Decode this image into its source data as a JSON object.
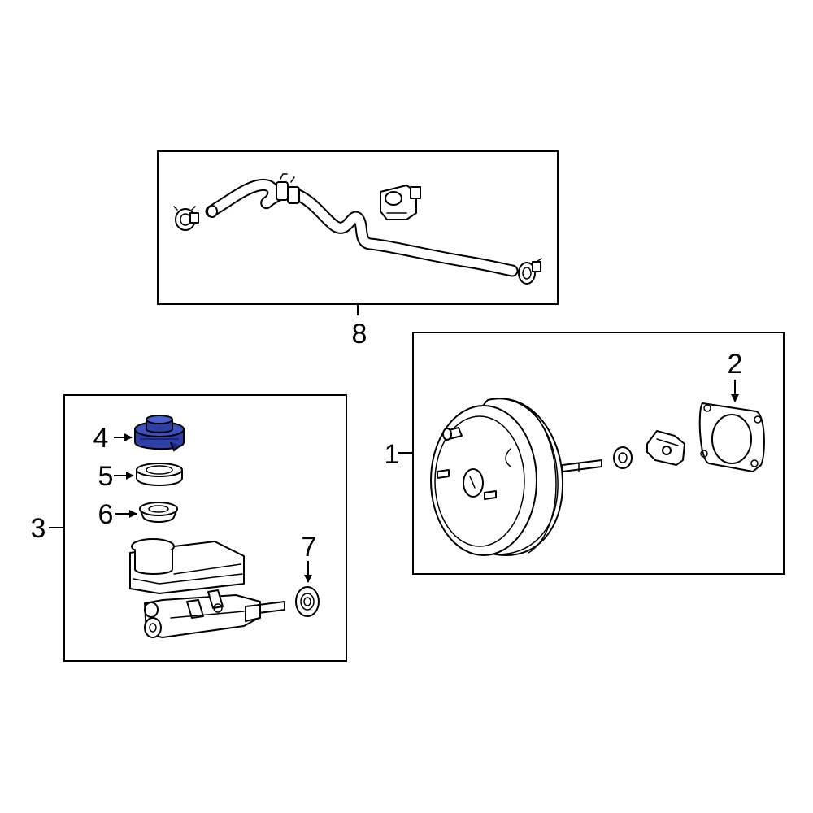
{
  "callouts": {
    "c1": "1",
    "c2": "2",
    "c3": "3",
    "c4": "4",
    "c5": "5",
    "c6": "6",
    "c7": "7",
    "c8": "8"
  },
  "colors": {
    "highlight": "#2E3FA8",
    "highlight_dark": "#1A2580",
    "line": "#000000",
    "background": "#FFFFFF"
  }
}
